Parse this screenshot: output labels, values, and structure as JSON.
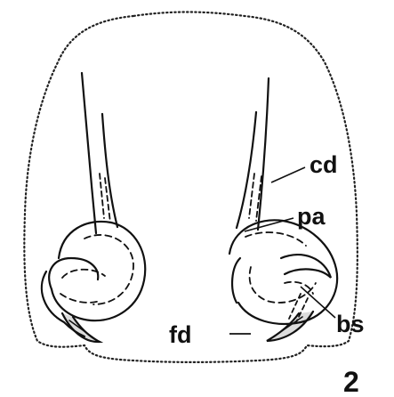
{
  "figure": {
    "number": "2",
    "labels": {
      "cd": "cd",
      "pa": "pa",
      "bs": "bs",
      "fd": "fd"
    }
  }
}
